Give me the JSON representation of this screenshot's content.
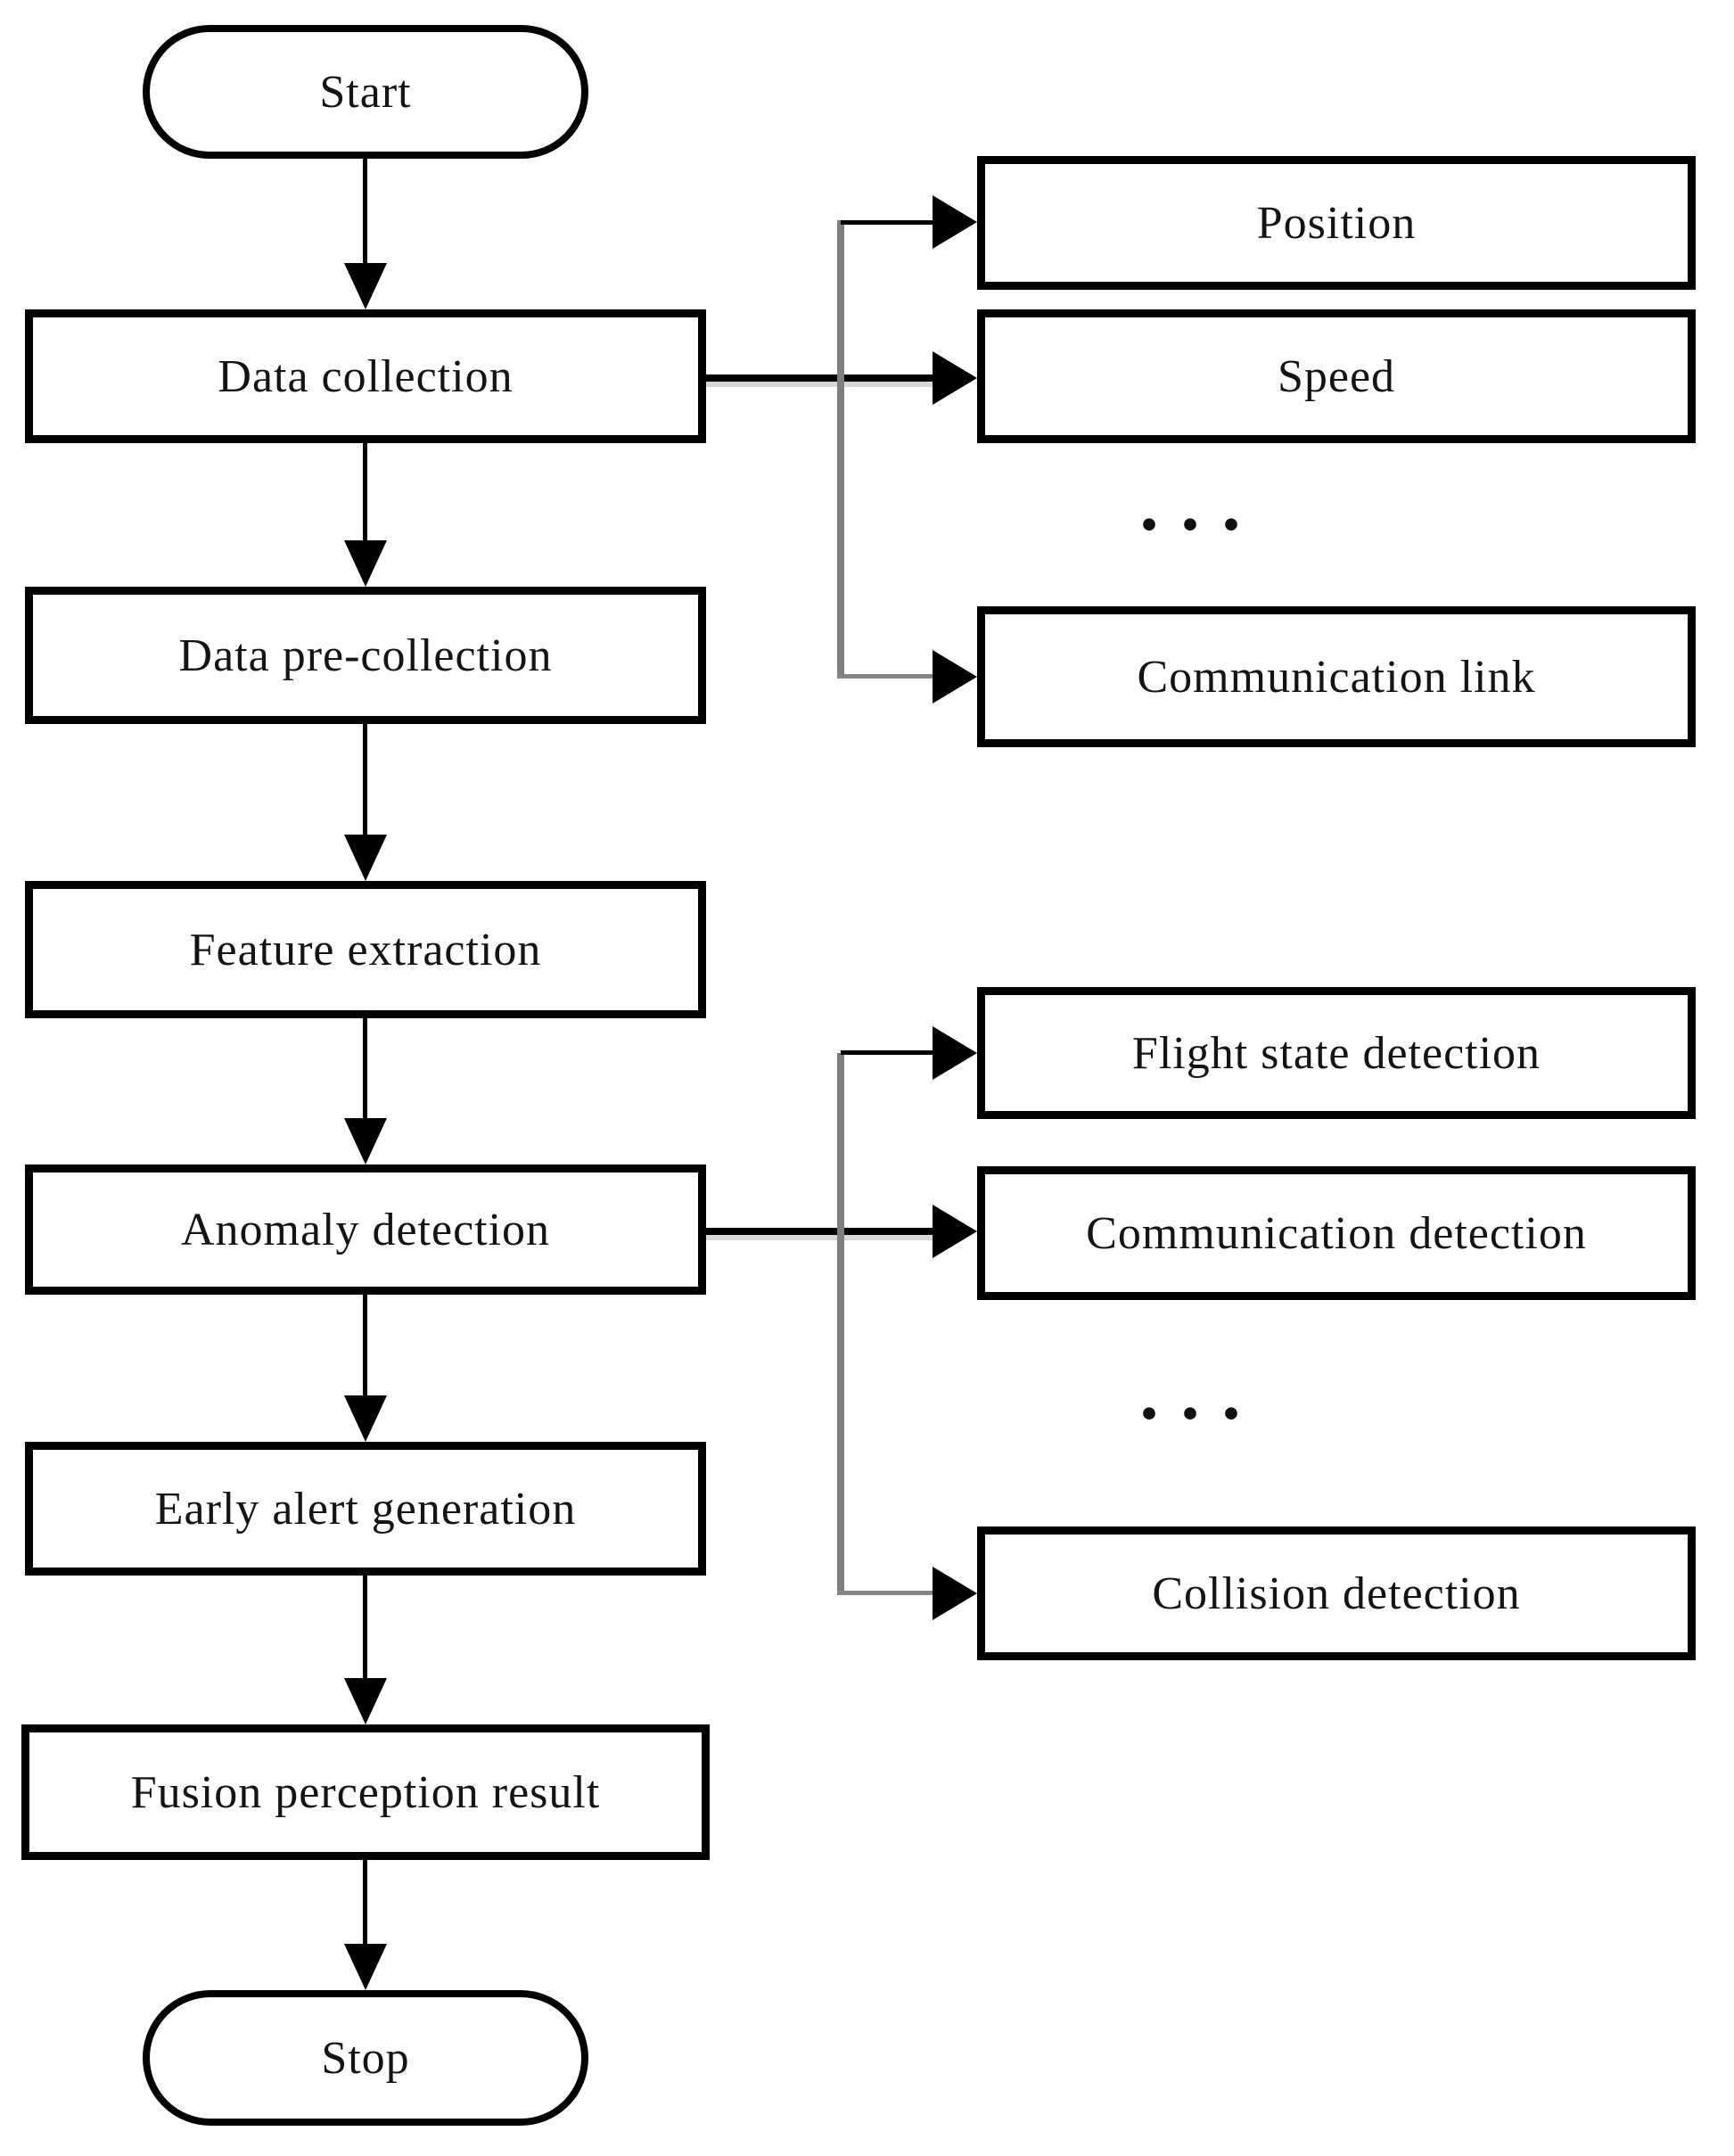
{
  "flowchart": {
    "nodes": {
      "start": "Start",
      "data_collection": "Data collection",
      "data_pre_collection": "Data pre-collection",
      "feature_extraction": "Feature extraction",
      "anomaly_detection": "Anomaly detection",
      "early_alert_generation": "Early alert generation",
      "fusion_perception_result": "Fusion perception result",
      "stop": "Stop",
      "position": "Position",
      "speed": "Speed",
      "communication_link": "Communication link",
      "flight_state_detection": "Flight state detection",
      "communication_detection": "Communication detection",
      "collision_detection": "Collision detection"
    },
    "ellipsis": "···",
    "edges": [
      {
        "from": "Start",
        "to": "Data collection"
      },
      {
        "from": "Data collection",
        "to": "Data pre-collection"
      },
      {
        "from": "Data pre-collection",
        "to": "Feature extraction"
      },
      {
        "from": "Feature extraction",
        "to": "Anomaly detection"
      },
      {
        "from": "Anomaly detection",
        "to": "Early alert generation"
      },
      {
        "from": "Early alert generation",
        "to": "Fusion perception result"
      },
      {
        "from": "Fusion perception result",
        "to": "Stop"
      },
      {
        "from": "Data collection",
        "to": "Position"
      },
      {
        "from": "Data collection",
        "to": "Speed"
      },
      {
        "from": "Data collection",
        "to": "Communication link"
      },
      {
        "from": "Anomaly detection",
        "to": "Flight state detection"
      },
      {
        "from": "Anomaly detection",
        "to": "Communication detection"
      },
      {
        "from": "Anomaly detection",
        "to": "Collision detection"
      }
    ],
    "colors": {
      "box_border": "#000000",
      "box_fill": "#ffffff",
      "arrow_black": "#000000",
      "trunk_connector_gray": "#7e7e7e",
      "text": "#141414",
      "background": "#ffffff"
    }
  }
}
